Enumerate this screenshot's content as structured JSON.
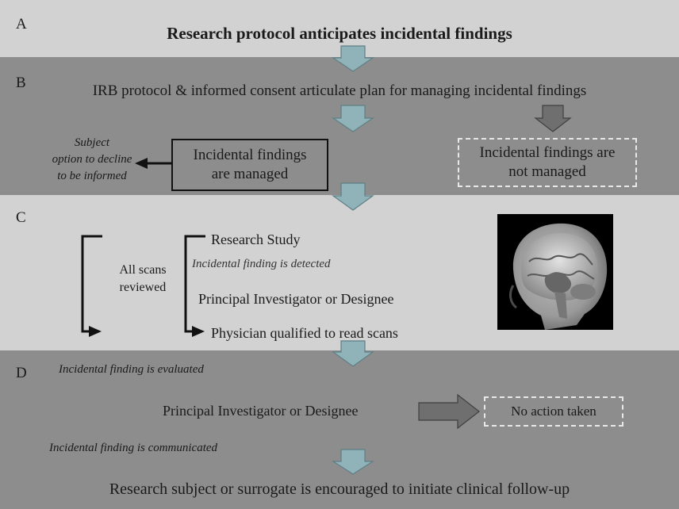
{
  "sections": {
    "a": {
      "letter": "A",
      "title": "Research protocol anticipates incidental findings"
    },
    "b": {
      "letter": "B",
      "title": "IRB protocol & informed consent articulate plan for managing incidental findings",
      "subject_option": [
        "Subject",
        "option to decline",
        "to be informed"
      ],
      "managed_box": [
        "Incidental findings",
        "are managed"
      ],
      "not_managed_box": [
        "Incidental findings are",
        "not managed"
      ]
    },
    "c": {
      "letter": "C",
      "all_scans": [
        "All scans",
        "reviewed"
      ],
      "research_study": "Research Study",
      "finding_detected": "Incidental finding is detected",
      "pi_or_designee": "Principal Investigator or Designee",
      "physician": "Physician qualified to read scans",
      "image_icon": "mri-brain-sagittal-image"
    },
    "d": {
      "letter": "D",
      "finding_evaluated": "Incidental finding is evaluated",
      "pi_or_designee": "Principal Investigator or Designee",
      "no_action": "No action taken",
      "finding_communicated": "Incidental finding is communicated",
      "followup": "Research subject or surrogate is encouraged to initiate clinical follow-up"
    }
  },
  "colors": {
    "light_band": "#d2d2d2",
    "dark_band": "#8d8d8d",
    "teal_arrow": "#8fb3b8",
    "gray_arrow": "#6f6f6f",
    "dashed_border": "#e8e8e8"
  }
}
